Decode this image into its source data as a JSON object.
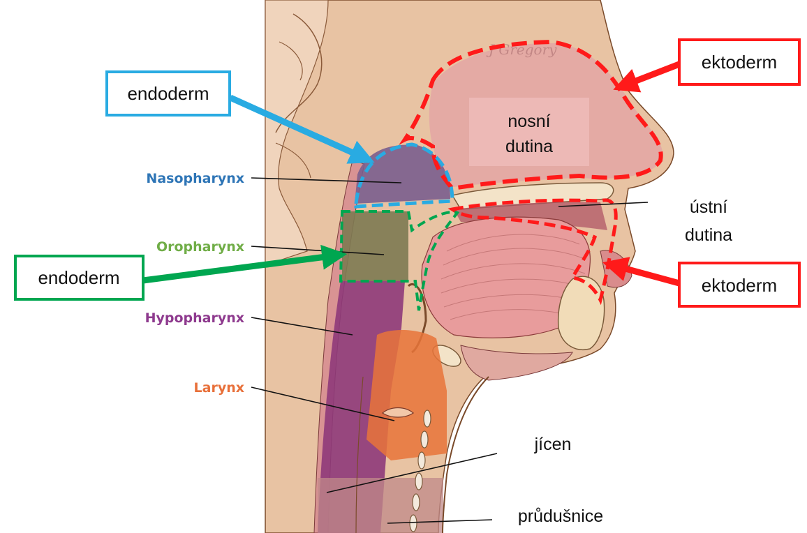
{
  "labels": {
    "nasopharynx": "Nasopharynx",
    "oropharynx": "Oropharynx",
    "hypopharynx": "Hypopharynx",
    "larynx": "Larynx",
    "nasal_cavity_line1": "nosní",
    "nasal_cavity_line2": "dutina",
    "oral_cavity_line1": "ústní",
    "oral_cavity_line2": "dutina",
    "esophagus": "jícen",
    "trachea": "průdušnice"
  },
  "boxes": {
    "endoderm_blue": "endoderm",
    "endoderm_green": "endoderm",
    "ektoderm_top": "ektoderm",
    "ektoderm_bottom": "ektoderm"
  },
  "watermark": "J Gregory",
  "colors": {
    "endoderm_blue": "#29abe2",
    "endoderm_green": "#00a650",
    "ektoderm_red": "#ff1a1a",
    "nasopharynx": "#2e75b6",
    "oropharynx": "#70ad47",
    "hypopharynx": "#8e3a8e",
    "larynx": "#e8703a"
  }
}
